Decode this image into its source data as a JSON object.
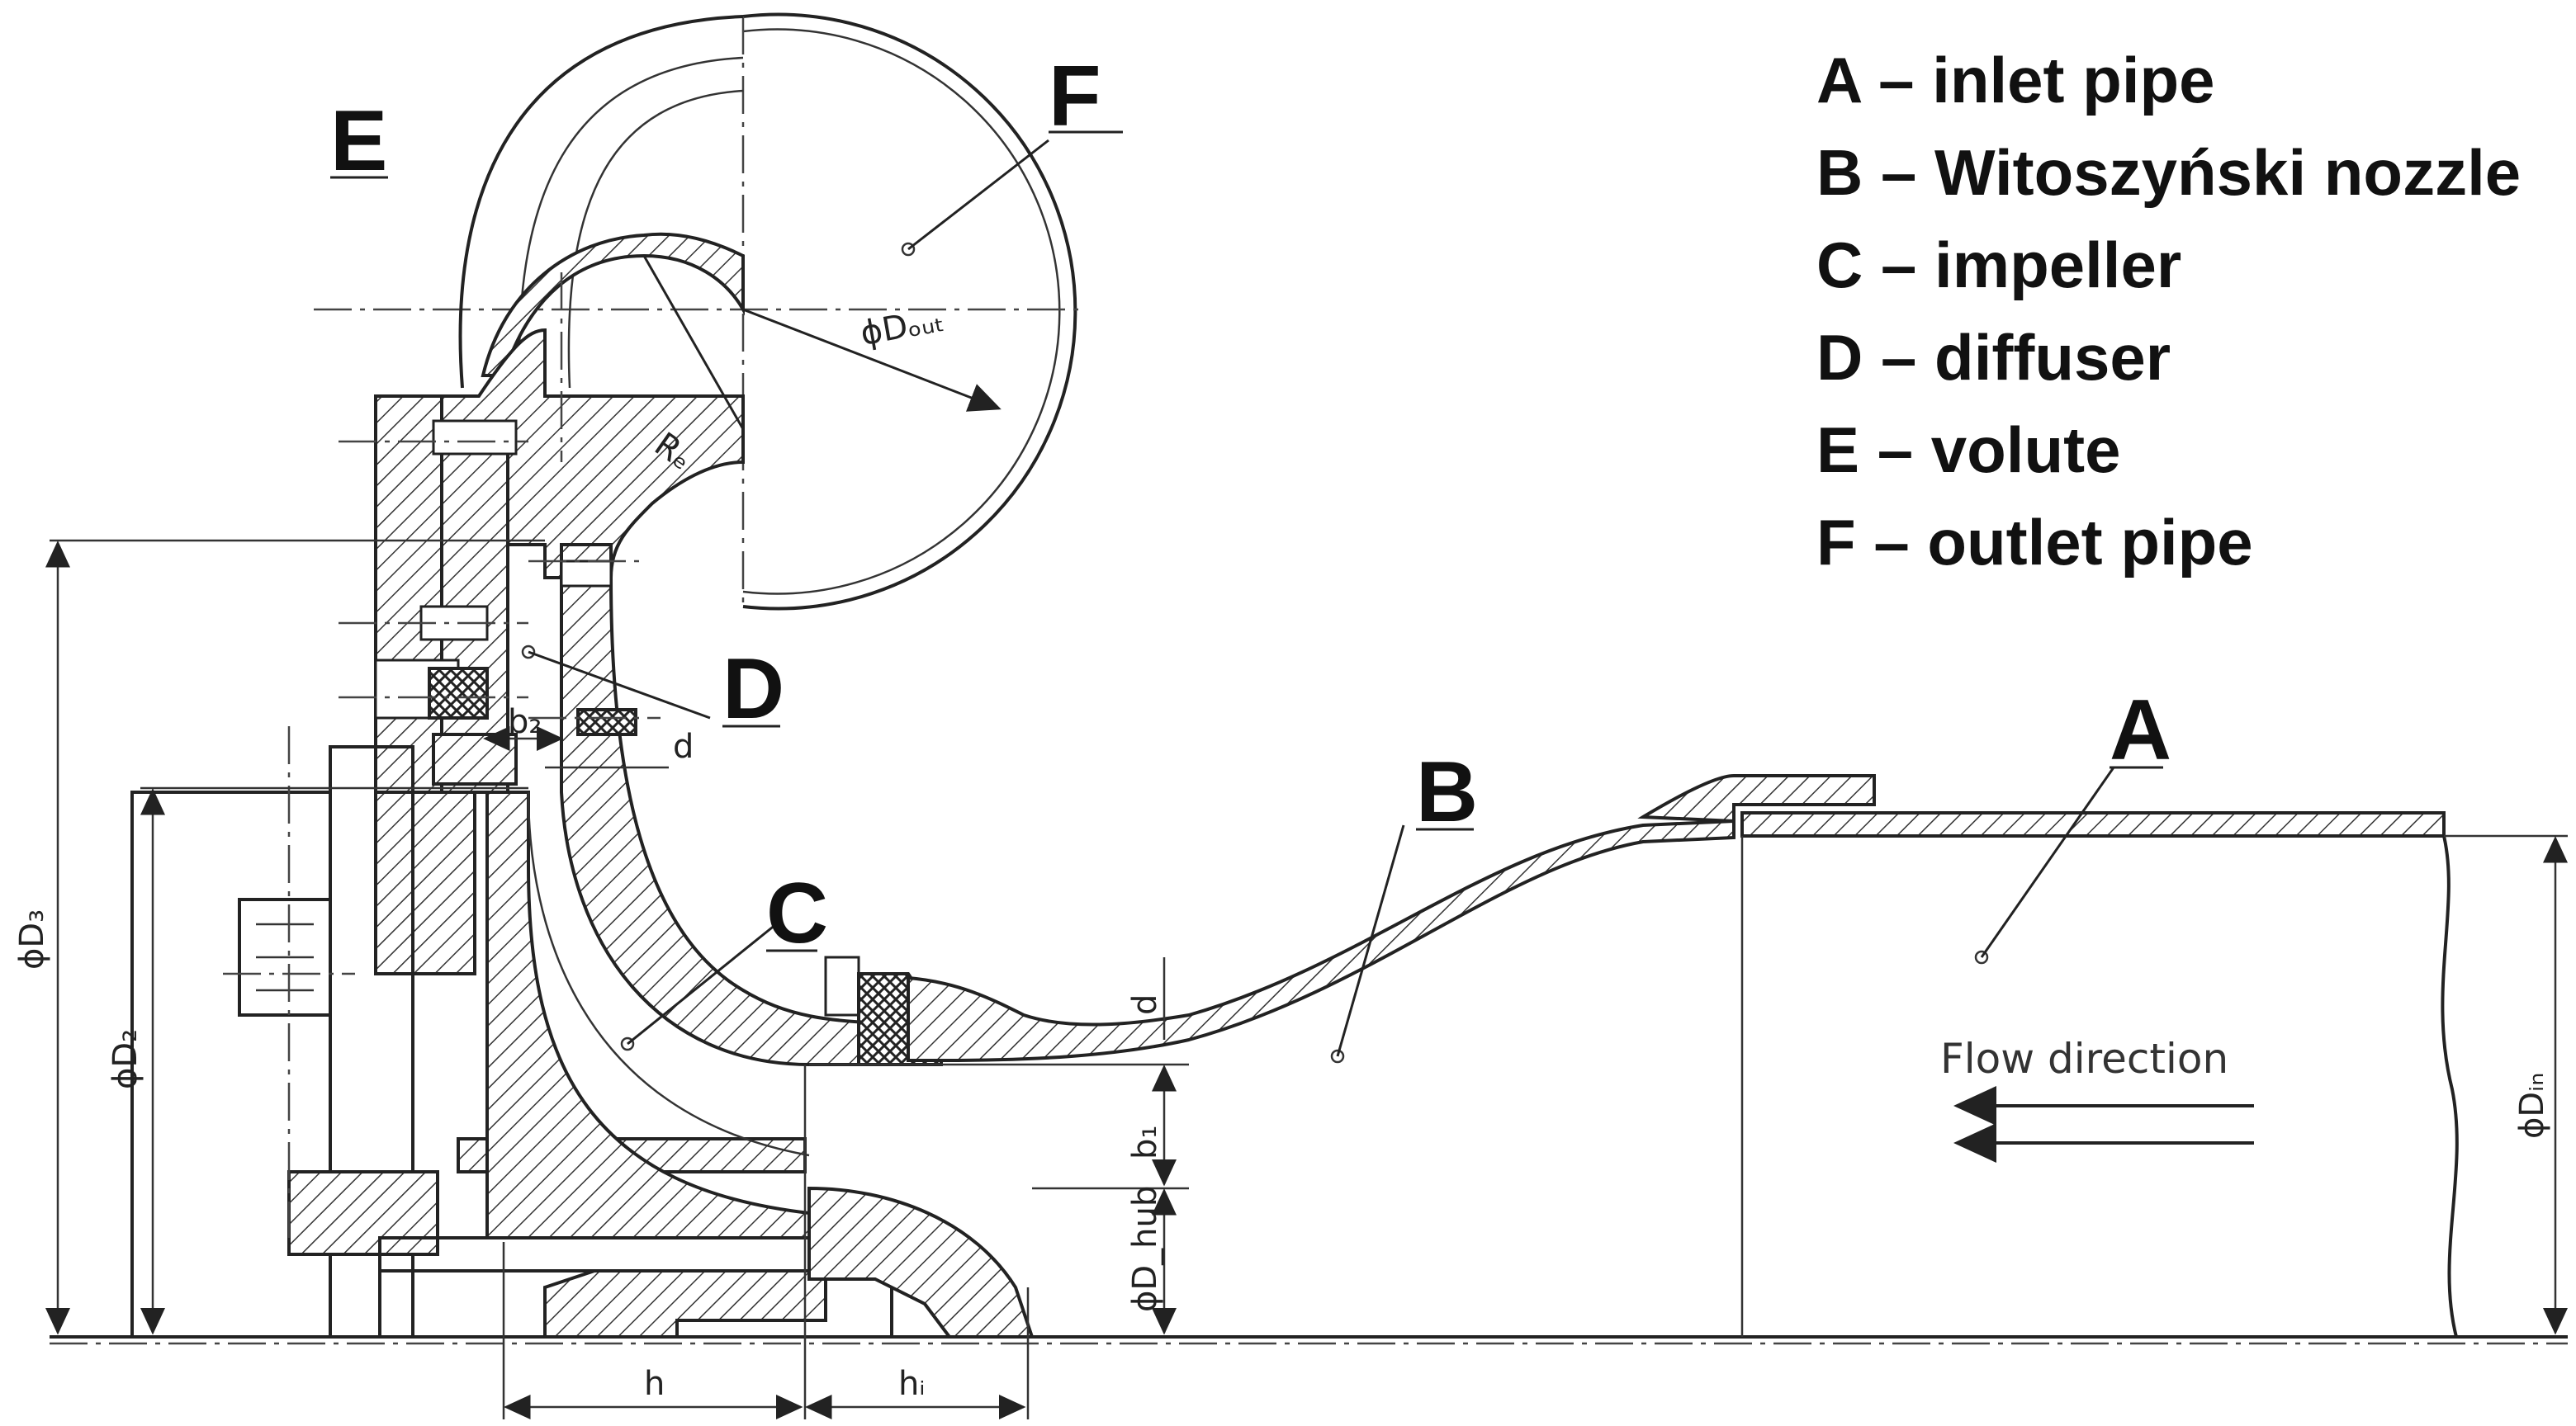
{
  "legend": [
    {
      "key": "A",
      "text": "A – inlet pipe"
    },
    {
      "key": "B",
      "text": "B – Witoszyński nozzle"
    },
    {
      "key": "C",
      "text": "C – impeller"
    },
    {
      "key": "D",
      "text": "D – diffuser"
    },
    {
      "key": "E",
      "text": "E – volute"
    },
    {
      "key": "F",
      "text": "F – outlet pipe"
    }
  ],
  "labels": {
    "A": "A",
    "B": "B",
    "C": "C",
    "D": "D",
    "E": "E",
    "F": "F"
  },
  "flow": {
    "text": "Flow direction"
  },
  "dims": {
    "D3": "ϕD₃",
    "D2": "ϕD₂",
    "Din": "ϕDᵢₙ",
    "Dhub": "ϕD_hub",
    "Dout": "ϕDₒᵤₜ",
    "Re": "Rₑ",
    "b2": "b₂",
    "b1": "b₁",
    "d_top": "d",
    "d_nozzle": "d",
    "h": "h",
    "hi": "hᵢ"
  }
}
